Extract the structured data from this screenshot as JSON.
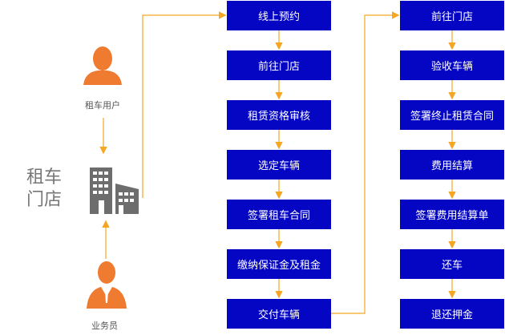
{
  "actors": {
    "user": "租车用户",
    "staff": "业务员",
    "store": "租车门店"
  },
  "left_flow": [
    "线上预约",
    "前往门店",
    "租赁资格审核",
    "选定车辆",
    "签署租车合同",
    "缴纳保证金及租金",
    "交付车辆"
  ],
  "right_flow": [
    "前往门店",
    "验收车辆",
    "签署终止租赁合同",
    "费用结算",
    "签署费用结算单",
    "还车",
    "退还押金"
  ],
  "colors": {
    "box": "#0505c4",
    "arrow": "#f5a623",
    "icon": "#ee7b30",
    "building": "#6d6d6d"
  }
}
